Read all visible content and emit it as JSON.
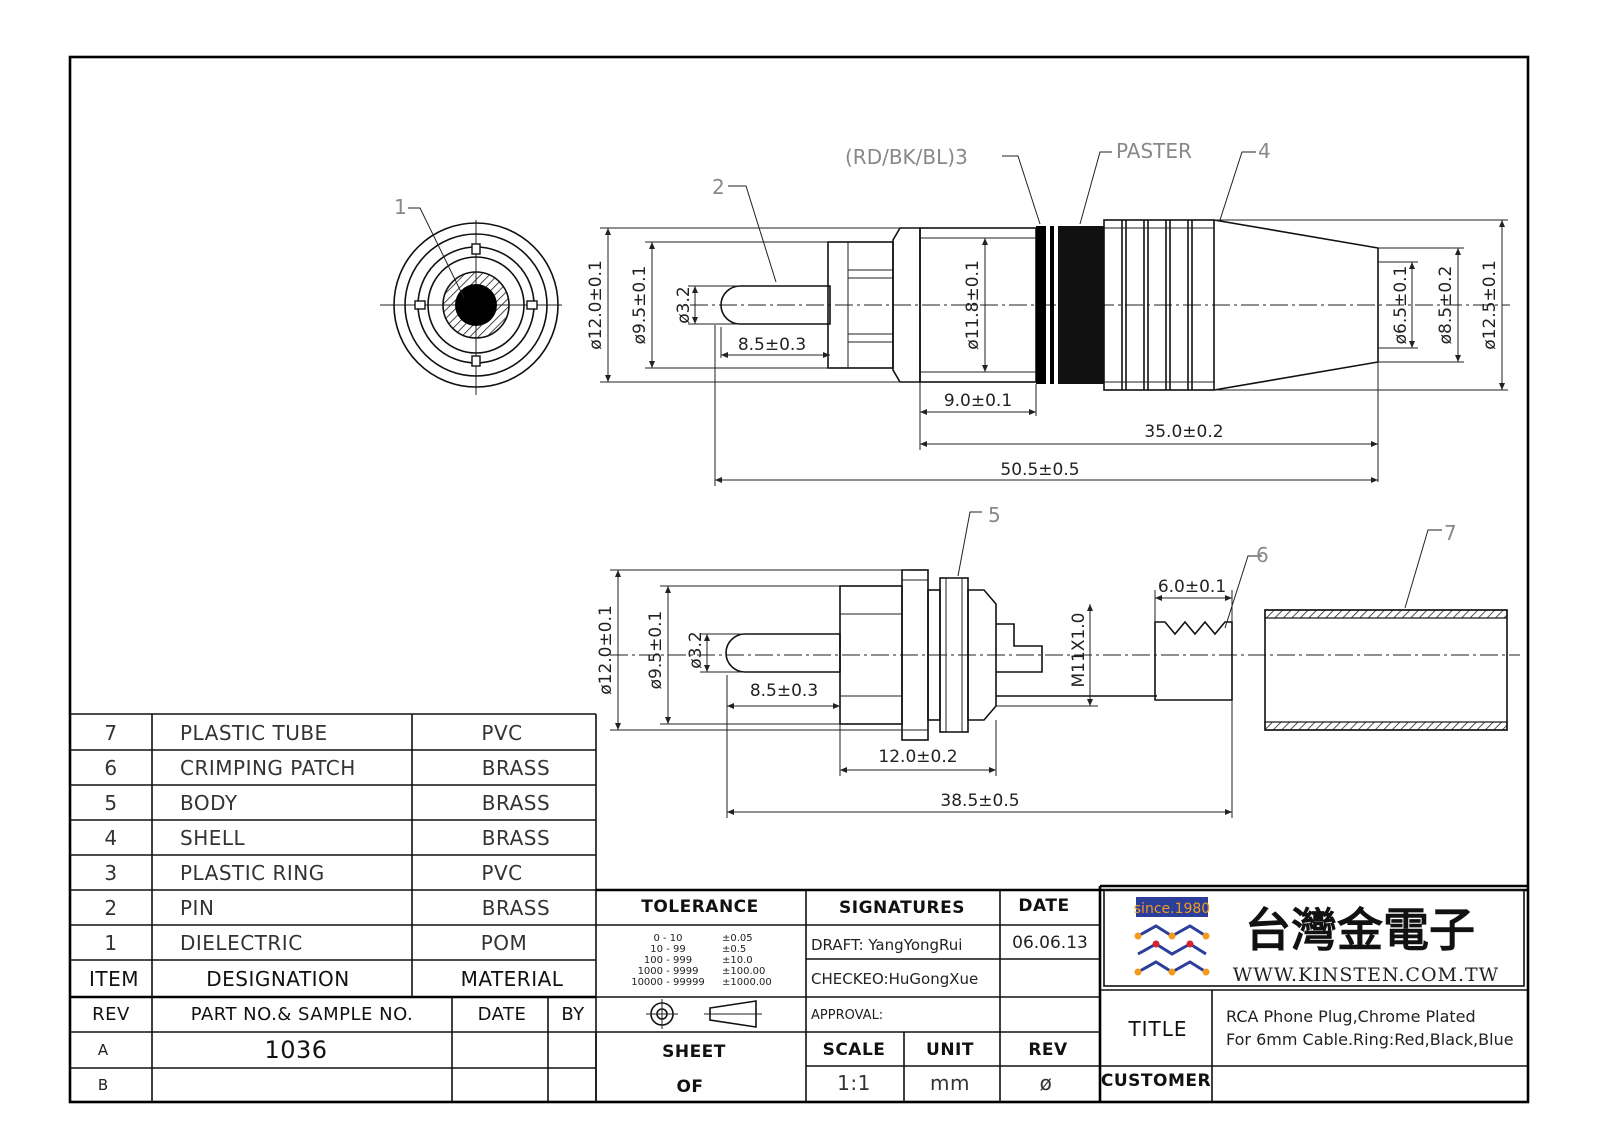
{
  "callouts": {
    "c1": "1",
    "c2": "2",
    "c3": "(RD/BK/BL)3",
    "paster": "PASTER",
    "c4": "4",
    "c5": "5",
    "c6": "6",
    "c7": "7"
  },
  "dimensions": {
    "top": {
      "d_12_0": "ø12.0±0.1",
      "d_9_5": "ø9.5±0.1",
      "d_3_2": "ø3.2",
      "l_8_5": "8.5±0.3",
      "d_11_8": "ø11.8±0.1",
      "l_9_0": "9.0±0.1",
      "l_35_0": "35.0±0.2",
      "l_50_5": "50.5±0.5",
      "d_6_5": "ø6.5±0.1",
      "d_8_5": "ø8.5±0.2",
      "d_12_5": "ø12.5±0.1"
    },
    "bottom": {
      "d_12_0": "ø12.0±0.1",
      "d_9_5": "ø9.5±0.1",
      "d_3_2": "ø3.2",
      "l_8_5": "8.5±0.3",
      "thread": "M11X1.0",
      "l_6_0": "6.0±0.1",
      "l_12_0": "12.0±0.2",
      "l_38_5": "38.5±0.5"
    }
  },
  "bom": {
    "rows": [
      {
        "item": "7",
        "designation": "PLASTIC  TUBE",
        "material": "PVC"
      },
      {
        "item": "6",
        "designation": "CRIMPING  PATCH",
        "material": "BRASS"
      },
      {
        "item": "5",
        "designation": "BODY",
        "material": "BRASS"
      },
      {
        "item": "4",
        "designation": "SHELL",
        "material": "BRASS"
      },
      {
        "item": "3",
        "designation": "PLASTIC  RING",
        "material": "PVC"
      },
      {
        "item": "2",
        "designation": "PIN",
        "material": "BRASS"
      },
      {
        "item": "1",
        "designation": "DIELECTRIC",
        "material": "POM"
      }
    ],
    "headers": {
      "item": "ITEM",
      "designation": "DESIGNATION",
      "material": "MATERIAL"
    }
  },
  "title_block": {
    "rev_header": "REV",
    "part_header": "PART NO.& SAMPLE NO.",
    "date_header": "DATE",
    "by_header": "BY",
    "rev_a": "A",
    "rev_b": "B",
    "part_no": "1036",
    "tolerance_label": "TOLERANCE",
    "tolerance_rows": [
      {
        "range": "0  -  10",
        "tol": "±0.05"
      },
      {
        "range": "10  -  99",
        "tol": "±0.5"
      },
      {
        "range": "100  -  999",
        "tol": "±10.0"
      },
      {
        "range": "1000  -  9999",
        "tol": "±100.00"
      },
      {
        "range": "10000  -  99999",
        "tol": "±1000.00"
      }
    ],
    "signatures_label": "SIGNATURES",
    "date_label": "DATE",
    "draft": "DRAFT: YangYongRui",
    "checked": "CHECKEO:HuGongXue",
    "approval": "APPROVAL:",
    "draft_date": "06.06.13",
    "sheet_label": "SHEET",
    "of_label": "OF",
    "scale_label": "SCALE",
    "unit_label": "UNIT",
    "rev_label": "REV",
    "scale": "1:1",
    "unit": "mm",
    "rev_value": "ø",
    "title_label": "TITLE",
    "title_line1": "RCA  Phone  Plug,Chrome  Plated",
    "title_line2": "For  6mm  Cable.Ring:Red,Black,Blue",
    "customer_label": "CUSTOMER",
    "brand_since": "since.1980",
    "brand_cn": "台灣金電子",
    "brand_url": "WWW.KINSTEN.COM.TW",
    "colors": {
      "logo_blue": "#2b3f9a",
      "logo_orange": "#f39a1e",
      "logo_red": "#d8232a"
    }
  }
}
